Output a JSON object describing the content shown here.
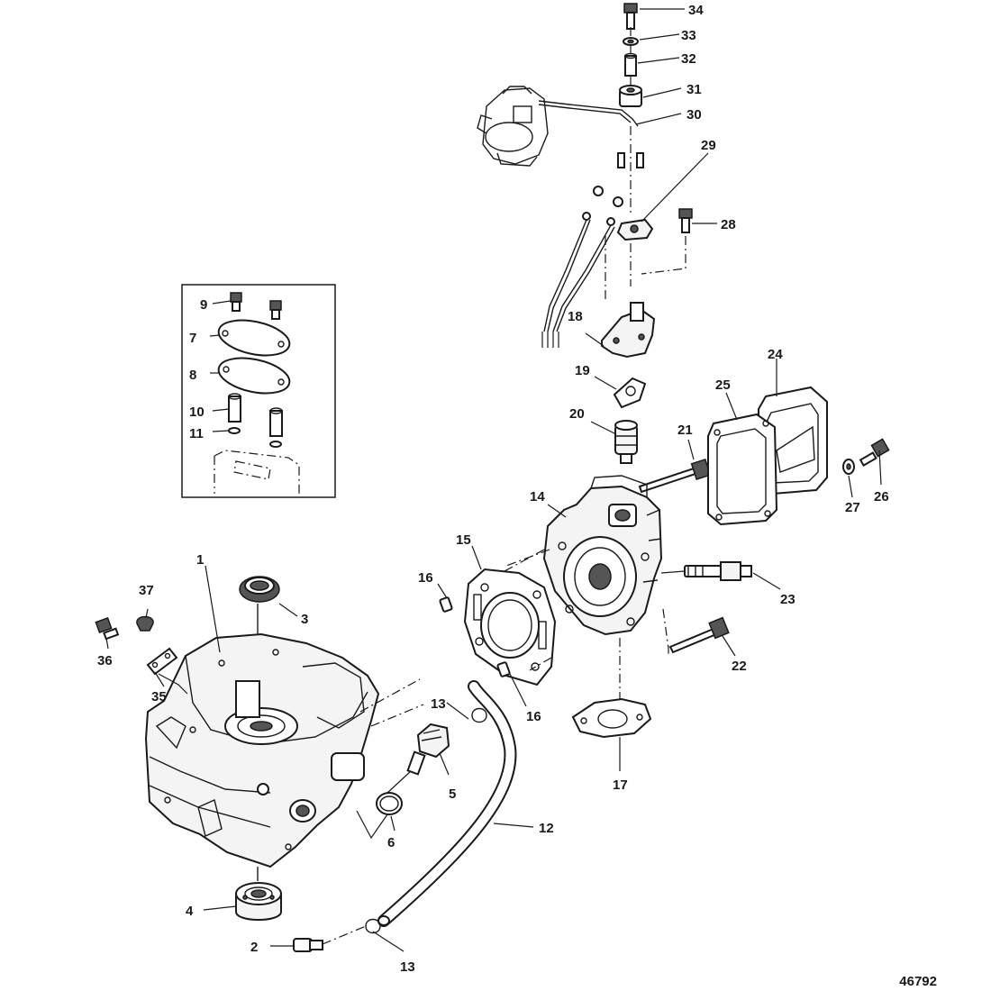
{
  "figure_number": "46792",
  "callouts": {
    "c1": "1",
    "c2": "2",
    "c3": "3",
    "c4": "4",
    "c5": "5",
    "c6": "6",
    "c7": "7",
    "c8": "8",
    "c9": "9",
    "c10": "10",
    "c11": "11",
    "c12": "12",
    "c13a": "13",
    "c13b": "13",
    "c14": "14",
    "c15": "15",
    "c16a": "16",
    "c16b": "16",
    "c17": "17",
    "c18": "18",
    "c19": "19",
    "c20": "20",
    "c21": "21",
    "c22": "22",
    "c23": "23",
    "c24": "24",
    "c25": "25",
    "c26": "26",
    "c27": "27",
    "c28": "28",
    "c29": "29",
    "c30": "30",
    "c31": "31",
    "c32": "32",
    "c33": "33",
    "c34": "34",
    "c35": "35",
    "c36": "36",
    "c37": "37"
  }
}
